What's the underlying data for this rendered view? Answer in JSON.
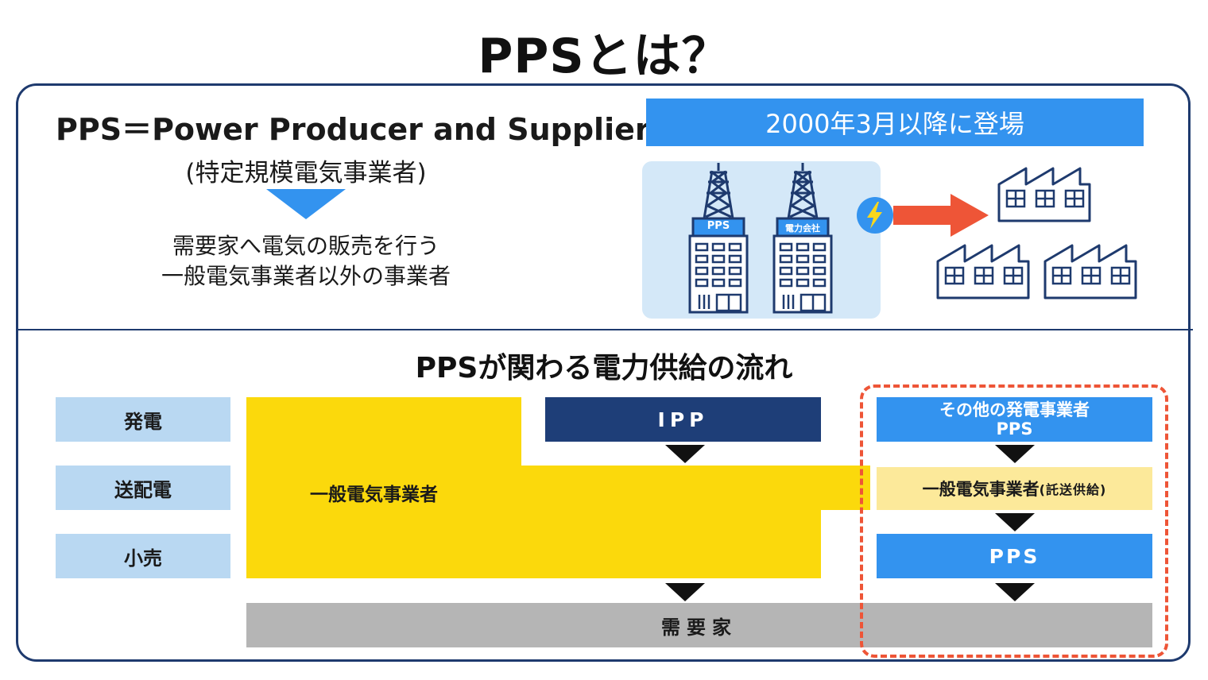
{
  "title": "PPSとは？",
  "definition": {
    "line": "PPS＝Power Producer and Supplier",
    "sub": "(特定規模電気事業者)",
    "desc_line1": "需要家へ電気の販売を行う",
    "desc_line2": "一般電気事業者以外の事業者"
  },
  "illustration": {
    "banner": "2000年3月以降に登場",
    "building_pps": "PPS",
    "building_utility": "電力会社",
    "lightning_icon": "lightning-icon",
    "arrow_icon": "arrow-right-icon",
    "factory_icon": "factory-icon"
  },
  "flow": {
    "title": "PPSが関わる電力供給の流れ",
    "stages": [
      "発電",
      "送配電",
      "小売"
    ],
    "utility": "一般電気事業者",
    "ipp": "IPP",
    "other_gen_line1": "その他の発電事業者",
    "other_gen_line2": "PPS",
    "transmission_main": "一般電気事業者",
    "transmission_paren": "(託送供給)",
    "retail": "PPS",
    "consumer": "需要家"
  },
  "colors": {
    "navy": "#1e3a6e",
    "blue": "#3393ef",
    "light_blue": "#b9d8f2",
    "yellow": "#fbd90c",
    "light_yellow": "#fce99a",
    "gray": "#b5b5b5",
    "red_orange": "#ee5537"
  }
}
